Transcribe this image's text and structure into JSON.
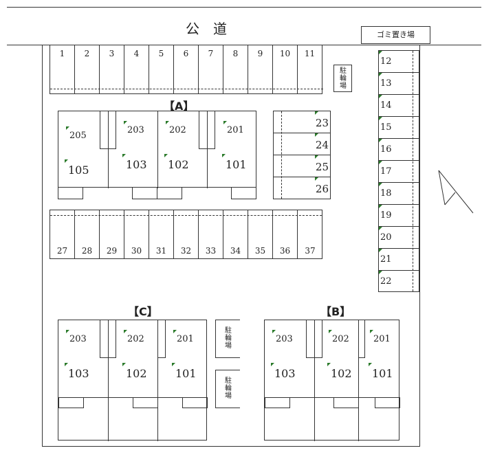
{
  "road": "公　道",
  "garbage": "ゴミ置き場",
  "bike_parking": "駐輪場",
  "buildings": {
    "a": {
      "label": "【A】",
      "upper": [
        "205",
        "203",
        "202",
        "201"
      ],
      "lower": [
        "105",
        "103",
        "102",
        "101"
      ]
    },
    "b": {
      "label": "【B】",
      "upper": [
        "203",
        "202",
        "201"
      ],
      "lower": [
        "103",
        "102",
        "101"
      ]
    },
    "c": {
      "label": "【C】",
      "upper": [
        "203",
        "202",
        "201"
      ],
      "lower": [
        "103",
        "102",
        "101"
      ]
    }
  },
  "parking_top": [
    "1",
    "2",
    "3",
    "4",
    "5",
    "6",
    "7",
    "8",
    "9",
    "10",
    "11"
  ],
  "parking_mid": [
    "27",
    "28",
    "29",
    "30",
    "31",
    "32",
    "33",
    "34",
    "35",
    "36",
    "37"
  ],
  "parking_right": [
    "12",
    "13",
    "14",
    "15",
    "16",
    "17",
    "18",
    "19",
    "20",
    "21",
    "22"
  ],
  "parking_small": [
    "23",
    "24",
    "25",
    "26"
  ]
}
